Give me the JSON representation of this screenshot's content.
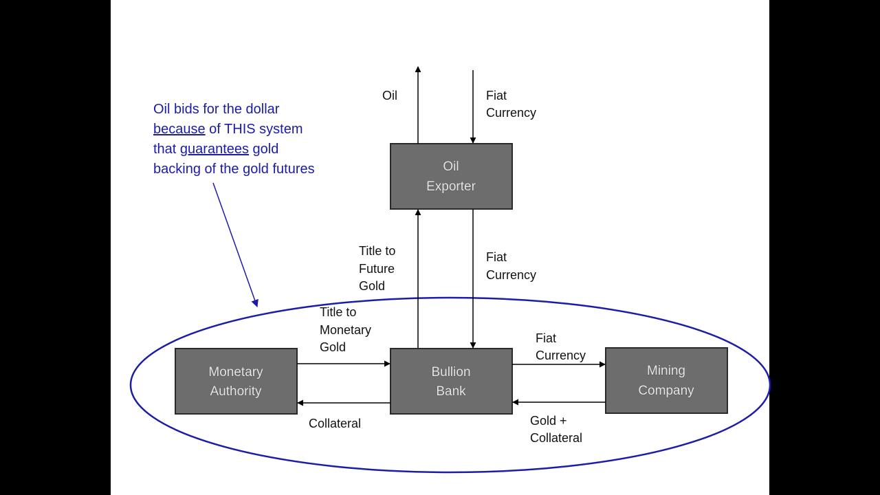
{
  "note": {
    "line1": "Oil bids for the dollar",
    "line2_u": "because",
    "line2_rest": " of THIS system",
    "line3_pre": "that ",
    "line3_u": "guarantees",
    "line3_post": " gold",
    "line4": "backing of the gold futures"
  },
  "boxes": {
    "oil_exporter": [
      "Oil",
      "Exporter"
    ],
    "monetary_authority": [
      "Monetary",
      "Authority"
    ],
    "bullion_bank": [
      "Bullion",
      "Bank"
    ],
    "mining_company": [
      "Mining",
      "Company"
    ]
  },
  "flows": {
    "oil": [
      "Oil"
    ],
    "fiat_top": [
      "Fiat",
      "Currency"
    ],
    "title_future_gold": [
      "Title to",
      "Future",
      "Gold"
    ],
    "fiat_mid": [
      "Fiat",
      "Currency"
    ],
    "title_monetary_gold": [
      "Title to",
      "Monetary",
      "Gold"
    ],
    "collateral": [
      "Collateral"
    ],
    "fiat_right": [
      "Fiat",
      "Currency"
    ],
    "gold_collateral": [
      "Gold +",
      "Collateral"
    ]
  },
  "colors": {
    "box_fill": "#6d6d6d",
    "ellipse": "#1c1ca8",
    "note_text": "#1b1ba8",
    "arrow": "#000000"
  }
}
